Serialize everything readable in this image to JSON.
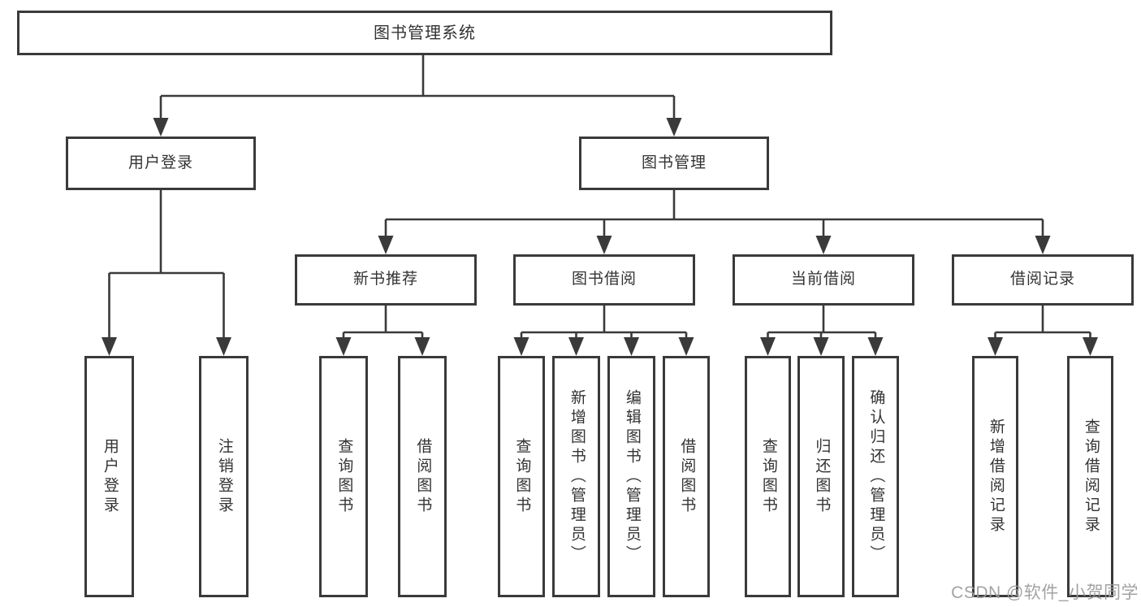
{
  "diagram": {
    "root": {
      "label": "图书管理系统"
    },
    "branches": [
      {
        "label": "用户登录",
        "children": [
          {
            "label": "用户登录"
          },
          {
            "label": "注销登录"
          }
        ]
      },
      {
        "label": "图书管理",
        "children": [
          {
            "label": "新书推荐",
            "children": [
              {
                "label": "查询图书"
              },
              {
                "label": "借阅图书"
              }
            ]
          },
          {
            "label": "图书借阅",
            "children": [
              {
                "label": "查询图书"
              },
              {
                "label": "新增图书（管理员）"
              },
              {
                "label": "编辑图书（管理员）"
              },
              {
                "label": "借阅图书"
              }
            ]
          },
          {
            "label": "当前借阅",
            "children": [
              {
                "label": "查询图书"
              },
              {
                "label": "归还图书"
              },
              {
                "label": "确认归还（管理员）"
              }
            ]
          },
          {
            "label": "借阅记录",
            "children": [
              {
                "label": "新增借阅记录"
              },
              {
                "label": "查询借阅记录"
              }
            ]
          }
        ]
      }
    ],
    "colors": {
      "line": "#3a3a3a",
      "text": "#333333",
      "box_fill": "#ffffff",
      "watermark": "#9b9b9d",
      "background": "#ffffff"
    }
  },
  "watermark": {
    "text": "CSDN @软件_小贺同学"
  }
}
